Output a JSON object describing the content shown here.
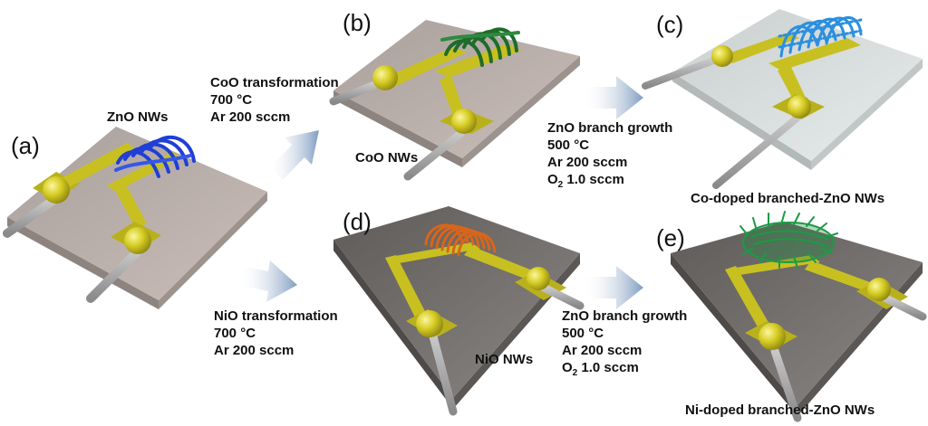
{
  "panels": {
    "a": {
      "letter": "(a)",
      "label": "ZnO NWs"
    },
    "b": {
      "letter": "(b)",
      "label": "CoO NWs"
    },
    "c": {
      "letter": "(c)",
      "label": "Co-doped branched-ZnO NWs"
    },
    "d": {
      "letter": "(d)",
      "label": "NiO NWs"
    },
    "e": {
      "letter": "(e)",
      "label": "Ni-doped branched-ZnO NWs"
    }
  },
  "steps": {
    "coo": {
      "title": "CoO transformation",
      "temp": "700 °C",
      "gas": "Ar 200 sccm"
    },
    "nio": {
      "title": "NiO transformation",
      "temp": "700 °C",
      "gas": "Ar 200 sccm"
    },
    "branch_top": {
      "title": "ZnO branch growth",
      "temp": "500 °C",
      "gas": "Ar 200 sccm",
      "o2_prefix": "O",
      "o2_sub": "2",
      "o2_suffix": " 1.0 sccm"
    },
    "branch_bottom": {
      "title": "ZnO branch growth",
      "temp": "500 °C",
      "gas": "Ar 200 sccm",
      "o2_prefix": "O",
      "o2_sub": "2",
      "o2_suffix": " 1.0 sccm"
    }
  },
  "colors": {
    "substrate_light": "#b8aaa4",
    "substrate_white": "#d6dbdb",
    "substrate_dark": "#6f6b68",
    "electrode": "#c8c020",
    "zno_nw": "#1f3fd6",
    "coo_nw": "#1f6b2c",
    "co_branched": "#2a8fe0",
    "nio_nw": "#d9651b",
    "ni_branched": "#1c9a45",
    "arrow": "#8aa3c0"
  },
  "icons": [
    "arrow-icon",
    "probe-icon",
    "electrode-pad-icon",
    "nanowire-icon"
  ]
}
